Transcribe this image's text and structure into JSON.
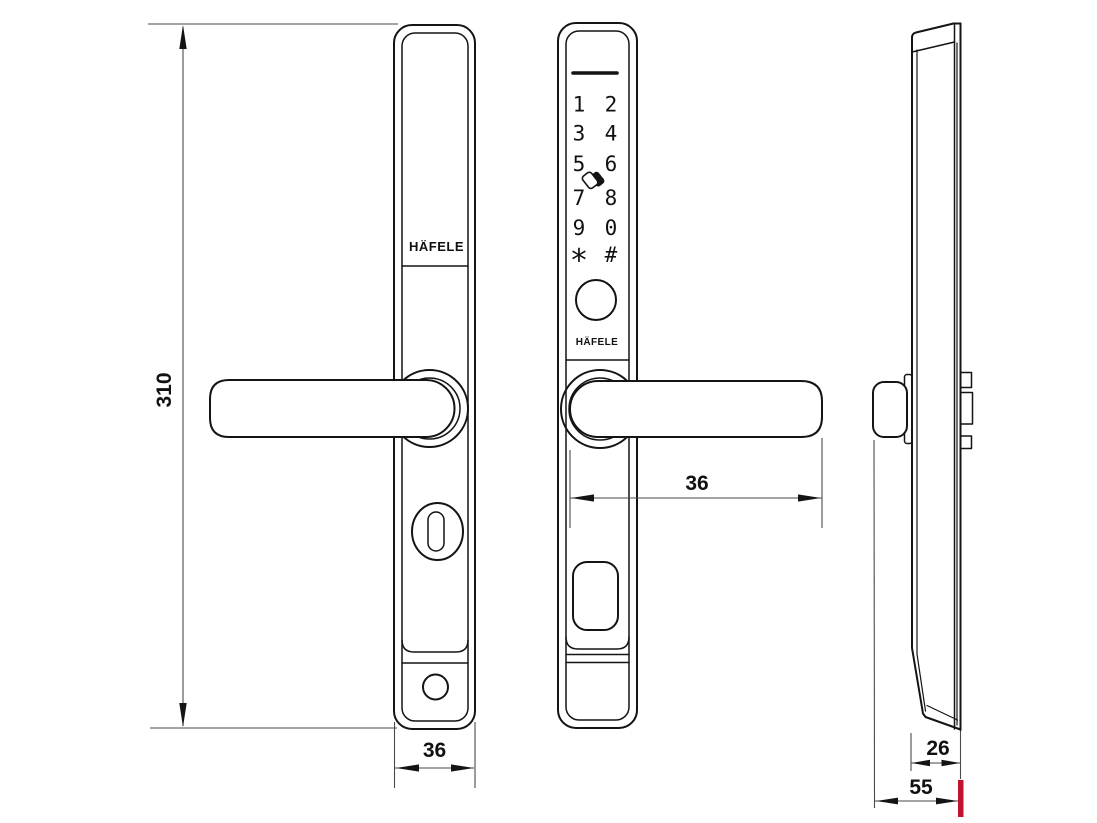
{
  "brand": "HÄFELE",
  "keypad": {
    "keys": [
      "1",
      "2",
      "3",
      "4",
      "5",
      "6",
      "7",
      "8",
      "9",
      "0",
      "*",
      "#"
    ]
  },
  "dimensions": {
    "overall_height": "310",
    "plate_width": "36",
    "handle_length": "36",
    "body_depth": "26",
    "overall_depth": "55"
  },
  "colors": {
    "line": "#141414",
    "dimension_line": "#4a4a4a",
    "accent_red": "#c1122f",
    "background": "#ffffff"
  }
}
